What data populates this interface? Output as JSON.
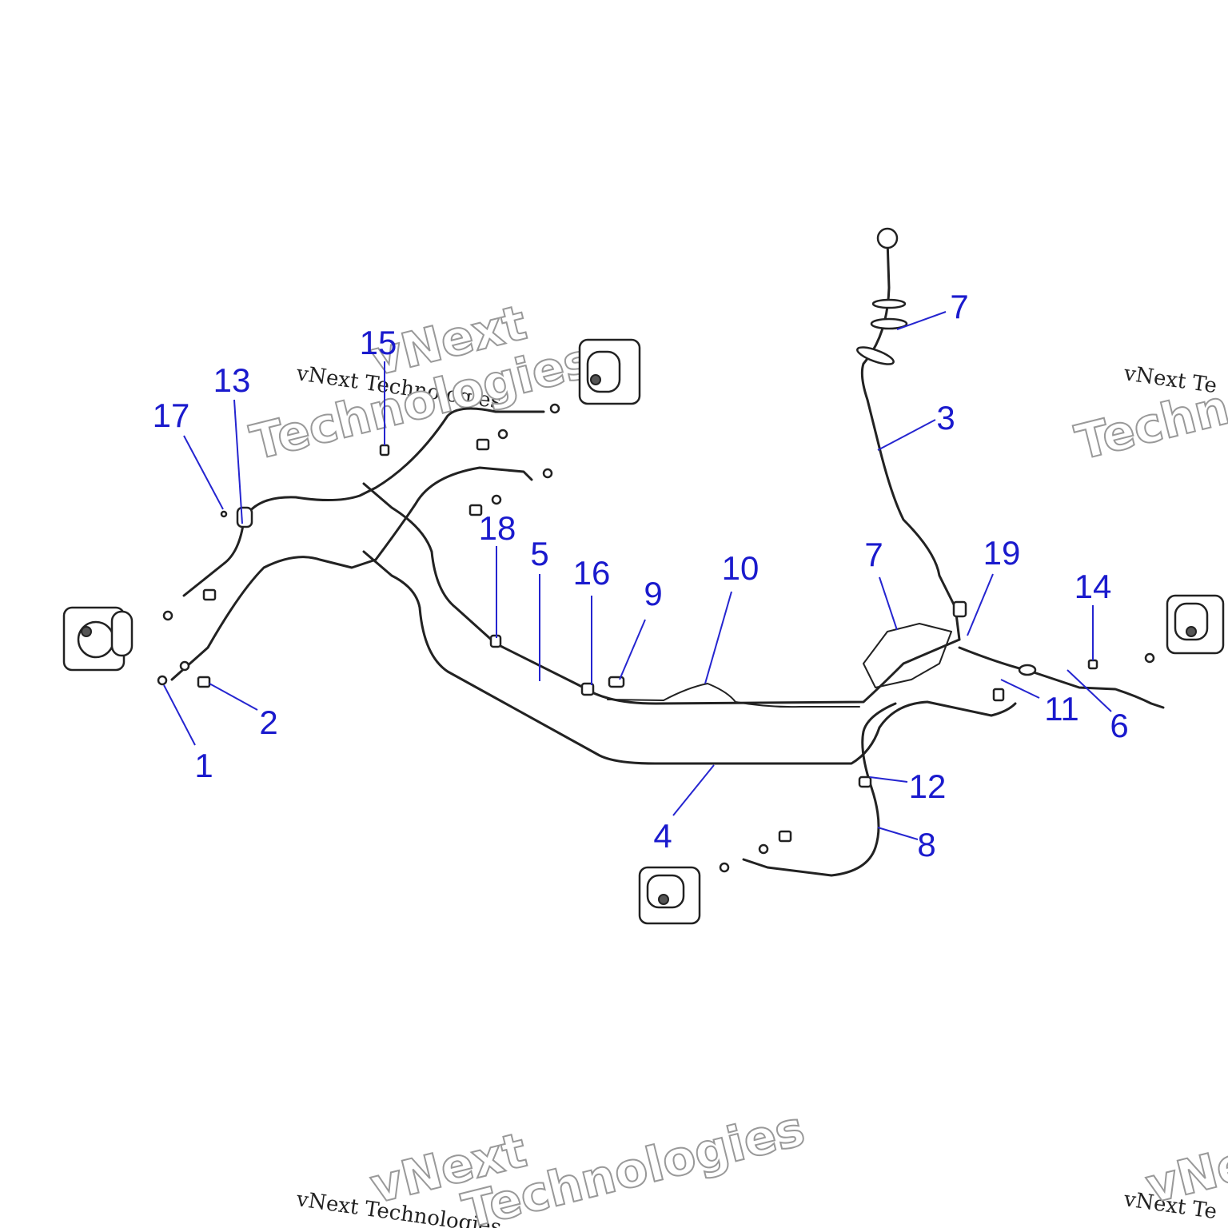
{
  "watermarks": [
    "vNext",
    "vNext Technologies",
    "Technologies",
    "vNext Te",
    "Technologies",
    "vNext",
    "vNext Technologies",
    "Technologies",
    "vNext Te",
    "vNe"
  ],
  "callouts": [
    {
      "id": "1",
      "label": "1"
    },
    {
      "id": "2",
      "label": "2"
    },
    {
      "id": "3",
      "label": "3"
    },
    {
      "id": "4",
      "label": "4"
    },
    {
      "id": "5",
      "label": "5"
    },
    {
      "id": "6",
      "label": "6"
    },
    {
      "id": "7a",
      "label": "7"
    },
    {
      "id": "7b",
      "label": "7"
    },
    {
      "id": "8",
      "label": "8"
    },
    {
      "id": "9",
      "label": "9"
    },
    {
      "id": "10",
      "label": "10"
    },
    {
      "id": "11",
      "label": "11"
    },
    {
      "id": "12",
      "label": "12"
    },
    {
      "id": "13",
      "label": "13"
    },
    {
      "id": "14",
      "label": "14"
    },
    {
      "id": "15",
      "label": "15"
    },
    {
      "id": "16",
      "label": "16"
    },
    {
      "id": "17",
      "label": "17"
    },
    {
      "id": "18",
      "label": "18"
    },
    {
      "id": "19",
      "label": "19"
    }
  ],
  "colors": {
    "callout": "#1a1acd",
    "line": "#222222",
    "background": "#ffffff"
  }
}
